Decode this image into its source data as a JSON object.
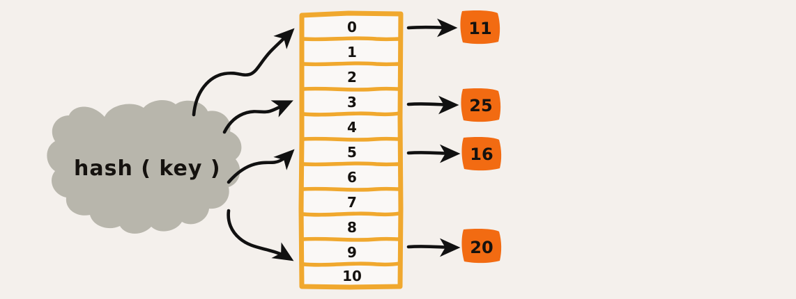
{
  "diagram": {
    "title": "hash table bucket addressing diagram",
    "background_color": "#f4f0ec",
    "source_node": {
      "label": "hash ( key )",
      "shape": "cloud",
      "fill_color": "#b8b6ac"
    },
    "table": {
      "name": "hash-table",
      "border_color": "#f0a82e",
      "cell_fill": "#faf8f6",
      "slots": [
        {
          "index": "0",
          "has_value": true,
          "value": "11"
        },
        {
          "index": "1",
          "has_value": false,
          "value": ""
        },
        {
          "index": "2",
          "has_value": false,
          "value": ""
        },
        {
          "index": "3",
          "has_value": true,
          "value": "25"
        },
        {
          "index": "4",
          "has_value": false,
          "value": ""
        },
        {
          "index": "5",
          "has_value": true,
          "value": "16"
        },
        {
          "index": "6",
          "has_value": false,
          "value": ""
        },
        {
          "index": "7",
          "has_value": false,
          "value": ""
        },
        {
          "index": "8",
          "has_value": false,
          "value": ""
        },
        {
          "index": "9",
          "has_value": true,
          "value": "20"
        },
        {
          "index": "10",
          "has_value": false,
          "value": ""
        }
      ]
    },
    "value_boxes": {
      "fill_color": "#f26b12",
      "text_color": "#111111",
      "items": [
        {
          "slot": "0",
          "value": "11"
        },
        {
          "slot": "3",
          "value": "25"
        },
        {
          "slot": "5",
          "value": "16"
        },
        {
          "slot": "9",
          "value": "20"
        }
      ]
    },
    "arrows": {
      "color": "#111111",
      "hash_to_slot": [
        {
          "from": "hash ( key )",
          "to_slot": "0",
          "style": "wavy"
        },
        {
          "from": "hash ( key )",
          "to_slot": "3",
          "style": "wavy"
        },
        {
          "from": "hash ( key )",
          "to_slot": "5",
          "style": "wavy"
        },
        {
          "from": "hash ( key )",
          "to_slot": "9",
          "style": "wavy"
        }
      ],
      "slot_to_value": [
        {
          "from_slot": "0",
          "to_value": "11",
          "style": "straight"
        },
        {
          "from_slot": "3",
          "to_value": "25",
          "style": "straight"
        },
        {
          "from_slot": "5",
          "to_value": "16",
          "style": "straight"
        },
        {
          "from_slot": "9",
          "to_value": "20",
          "style": "straight"
        }
      ]
    }
  }
}
